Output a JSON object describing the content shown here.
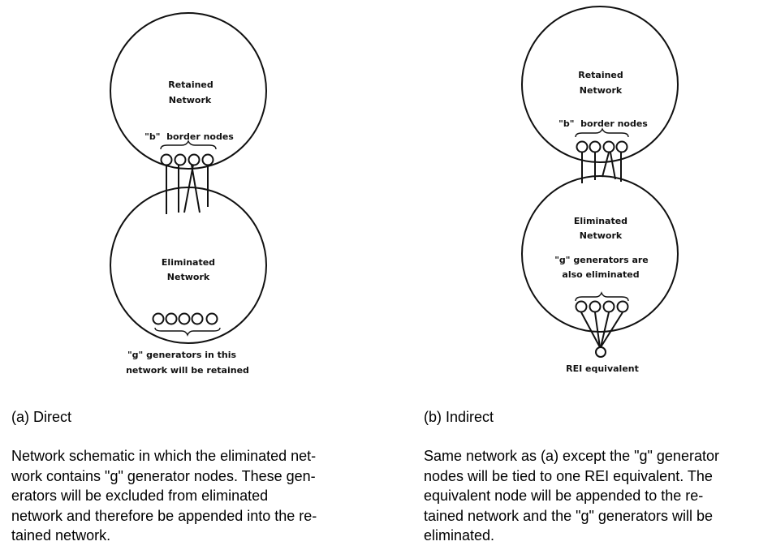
{
  "panel_a": {
    "retained": [
      "Retained",
      "Network"
    ],
    "border": "\"b\"  border nodes",
    "eliminated": [
      "Eliminated",
      "Network"
    ],
    "generators": [
      "\"g\" generators in this",
      "network will be retained"
    ],
    "caption": "(a) Direct",
    "description": "Network schematic in which the eliminated net-\nwork contains \"g\" generator nodes. These gen-\nerators will be excluded from eliminated\nnetwork and therefore be appended into the re-\ntained network."
  },
  "panel_b": {
    "retained": [
      "Retained",
      "Network"
    ],
    "border": "\"b\"  border nodes",
    "eliminated": [
      "Eliminated",
      "Network"
    ],
    "generators": [
      "\"g\" generators are",
      "also eliminated"
    ],
    "equivalent": "REI equivalent",
    "caption": "(b) Indirect",
    "description": "Same network as (a) except the \"g\" generator\nnodes will be tied to one REI equivalent. The\nequivalent node will be appended to the re-\ntained network and the \"g\" generators will be\neliminated."
  }
}
